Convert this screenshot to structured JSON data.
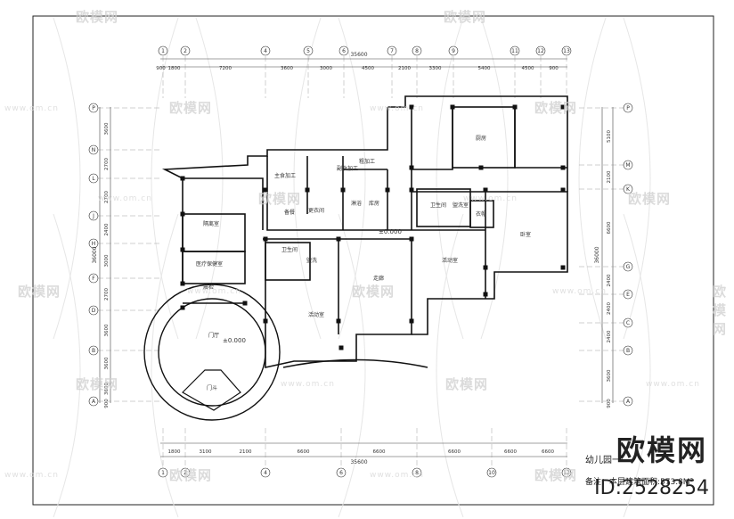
{
  "watermark": {
    "text": "欧模网",
    "url": "www.om.cn"
  },
  "brand": {
    "name": "欧模网",
    "id": "ID:2528254"
  },
  "drawing": {
    "title": "幼儿园一",
    "note": "备注：本层建筑面积:573.8M²",
    "total_dim_top": "35600",
    "total_dim_bottom": "35600",
    "total_dim_left": "36000",
    "total_dim_right": "36000",
    "level_entrance": "±0.000",
    "level_hall": "±0.000"
  },
  "axes": {
    "top": [
      "1",
      "2",
      "4",
      "5",
      "6",
      "7",
      "8",
      "9",
      "11",
      "12",
      "13"
    ],
    "bottom": [
      "1",
      "2",
      "4",
      "6",
      "8",
      "10",
      "12"
    ],
    "left": [
      "P",
      "N",
      "L",
      "J",
      "H",
      "F",
      "D",
      "B",
      "A"
    ],
    "right": [
      "P",
      "M",
      "K",
      "G",
      "E",
      "C",
      "B",
      "A"
    ]
  },
  "dims": {
    "top": [
      "900",
      "1800",
      "7200",
      "3600",
      "3000",
      "4500",
      "2100",
      "3300",
      "5400",
      "4500",
      "900"
    ],
    "bottom": [
      "1800",
      "3100",
      "2100",
      "6600",
      "6600",
      "6600",
      "6600",
      "6600"
    ],
    "left": [
      "3600",
      "2700",
      "2700",
      "2400",
      "3000",
      "2700",
      "3600",
      "3600",
      "3600",
      "900"
    ],
    "right": [
      "5100",
      "2100",
      "6600",
      "2400",
      "2400",
      "2400",
      "3600",
      "900"
    ]
  },
  "rooms": [
    {
      "key": "kitchen",
      "label": "厨房"
    },
    {
      "key": "main_process",
      "label": "主食加工"
    },
    {
      "key": "side_process",
      "label": "副食加工"
    },
    {
      "key": "staple",
      "label": "粗加工"
    },
    {
      "key": "storage",
      "label": "备餐"
    },
    {
      "key": "locker",
      "label": "更衣间"
    },
    {
      "key": "wash",
      "label": "库房"
    },
    {
      "key": "isolation",
      "label": "隔离室"
    },
    {
      "key": "clinic",
      "label": "医疗保健室"
    },
    {
      "key": "morning",
      "label": "晨检"
    },
    {
      "key": "hall",
      "label": "门厅"
    },
    {
      "key": "door",
      "label": "门斗"
    },
    {
      "key": "activity_a",
      "label": "活动室"
    },
    {
      "key": "activity_b",
      "label": "活动室"
    },
    {
      "key": "corridor",
      "label": "走廊"
    },
    {
      "key": "bedroom",
      "label": "卧室"
    },
    {
      "key": "wc1",
      "label": "卫生间"
    },
    {
      "key": "wc2",
      "label": "卫生间"
    },
    {
      "key": "wc3",
      "label": "盥洗室"
    },
    {
      "key": "closet",
      "label": "衣帽"
    },
    {
      "key": "shower",
      "label": "淋浴"
    },
    {
      "key": "wash2",
      "label": "盥洗"
    }
  ]
}
